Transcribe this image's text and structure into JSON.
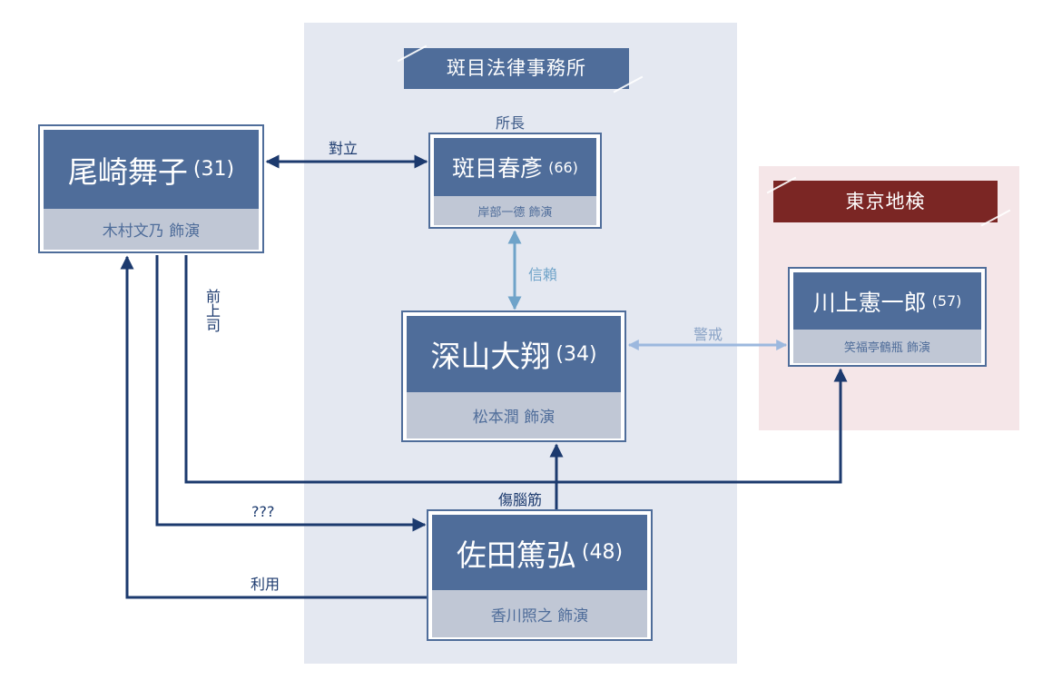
{
  "groups": {
    "law_office": {
      "title": "斑目法律事務所"
    },
    "prosecutors": {
      "title": "東京地検"
    }
  },
  "people": {
    "ozaki": {
      "name": "尾崎舞子",
      "age": "(31)",
      "actor": "木村文乃 飾演"
    },
    "madarame": {
      "role": "所長",
      "name": "斑目春彥",
      "age": "(66)",
      "actor": "岸部一德 飾演"
    },
    "fukayama": {
      "name": "深山大翔",
      "age": "(34)",
      "actor": "松本潤 飾演"
    },
    "kawakami": {
      "name": "川上憲一郎",
      "age": "(57)",
      "actor": "笑福亭鶴瓶 飾演"
    },
    "sada": {
      "name": "佐田篤弘",
      "age": "(48)",
      "actor": "香川照之 飾演"
    }
  },
  "relations": {
    "ozaki_madarame": "對立",
    "madarame_fukayama": "信賴",
    "fukayama_kawakami": "警戒",
    "ozaki_kawakami": "前上司",
    "ozaki_sada": "???",
    "sada_ozaki": "利用",
    "sada_fukayama": "傷腦筋"
  },
  "colors": {
    "dark_navy": "#1c3a6e",
    "card_blue": "#4f6d9a",
    "card_gray": "#c0c7d5",
    "light_blue": "#6fa3c9",
    "pale_blue": "#9cb8de",
    "office_bg": "#e4e8f1",
    "prosec_bg": "#f5e6e8",
    "prosec_red": "#7b2624"
  }
}
